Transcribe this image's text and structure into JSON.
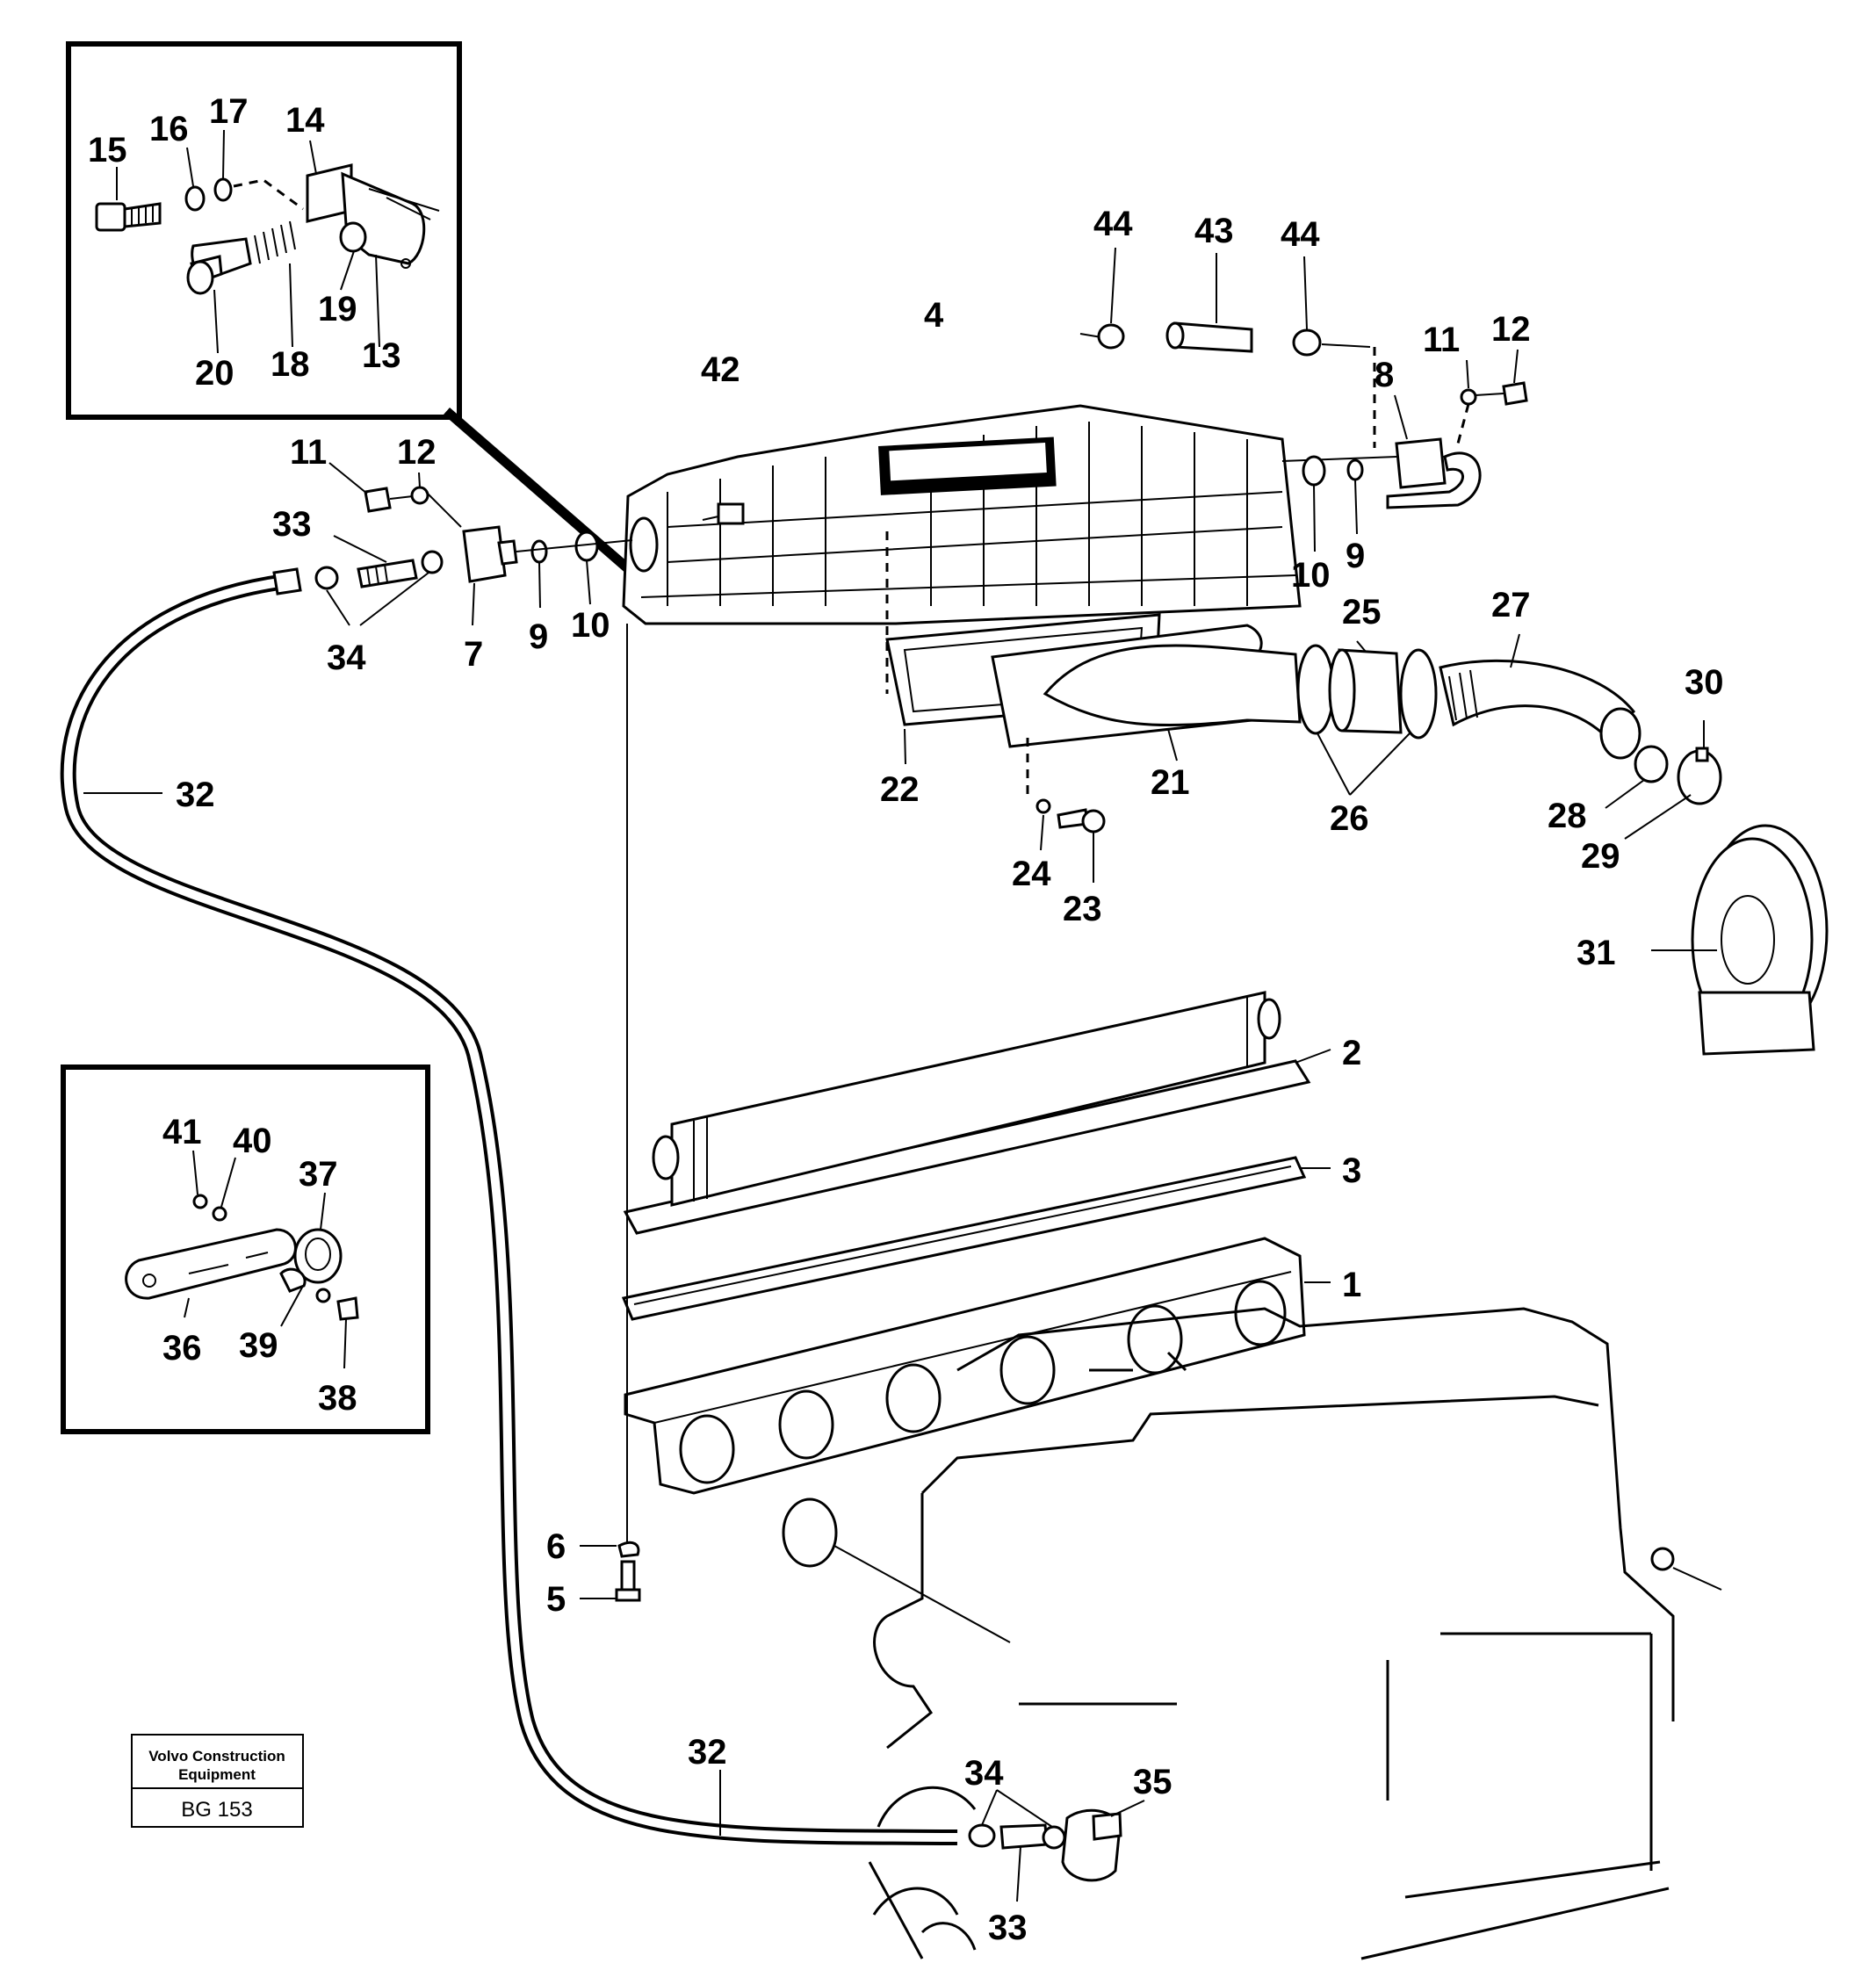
{
  "stamp": {
    "line1": "Volvo Construction",
    "line2": "Equipment",
    "code": "BG 153"
  },
  "callouts": [
    "15",
    "16",
    "17",
    "14",
    "19",
    "13",
    "20",
    "18",
    "44",
    "43",
    "44",
    "11",
    "12",
    "8",
    "4",
    "42",
    "11",
    "12",
    "33",
    "34",
    "7",
    "9",
    "10",
    "10",
    "9",
    "25",
    "27",
    "30",
    "22",
    "21",
    "26",
    "28",
    "29",
    "24",
    "23",
    "31",
    "32",
    "2",
    "41",
    "40",
    "37",
    "3",
    "36",
    "39",
    "38",
    "1",
    "6",
    "5",
    "32",
    "34",
    "35",
    "33"
  ]
}
